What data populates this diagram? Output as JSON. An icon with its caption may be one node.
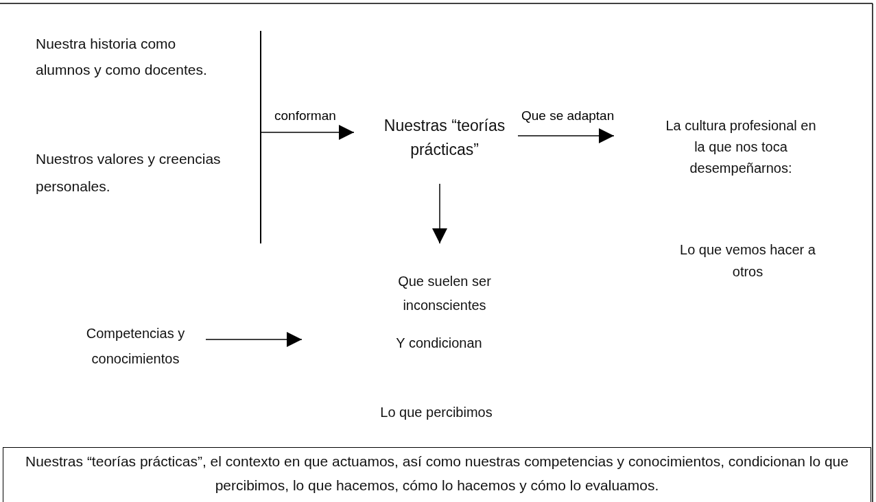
{
  "diagram": {
    "nodes": [
      {
        "text": [
          "Nuestra historia como alumnos y como docentes."
        ]
      },
      {
        "text": [
          "Nuestros valores y creencias personales."
        ]
      },
      {
        "text": [],
        "shape": "bar"
      },
      {
        "text": [
          "Nuestras “teorías prácticas”"
        ]
      },
      {
        "text": [
          "La cultura profesional en la que nos toca desempeñarnos:"
        ]
      },
      {
        "text": [
          "Lo que vemos hacer a otros"
        ]
      },
      {
        "text": [
          "Que suelen ser inconscientes"
        ]
      },
      {
        "text": [
          "Y condicionan"
        ]
      },
      {
        "text": [
          "Competencias y conocimientos"
        ]
      },
      {
        "text": [
          "Lo que percibimos"
        ]
      },
      {
        "text": [
          "Nuestras “teorías prácticas”, el contexto en que actuamos, así como nuestras competencias y conocimientos, condicionan lo que percibimos, lo que hacemos, cómo lo hacemos y cómo lo evaluamos."
        ]
      }
    ],
    "edges": [
      {
        "from": 2,
        "to": 3,
        "arrow": "to",
        "label": "conforman"
      },
      {
        "from": 3,
        "to": 4,
        "arrow": "to",
        "label": "Que se adaptan"
      },
      {
        "from": 3,
        "to": 6,
        "arrow": "to"
      },
      {
        "from": 8,
        "to": null,
        "arrow": "to"
      }
    ]
  }
}
